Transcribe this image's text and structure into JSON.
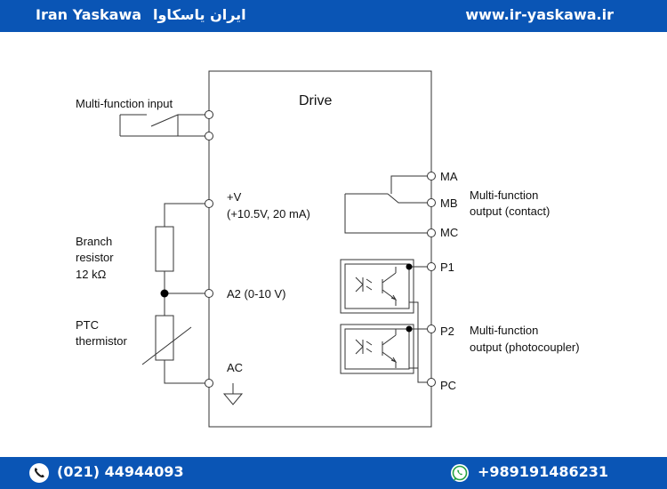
{
  "header": {
    "brand": "Iran Yaskawa",
    "brand_persian": "ایران یاسکاوا",
    "website": "www.ir-yaskawa.ir",
    "background_color": "#0a55b5"
  },
  "footer": {
    "phone": "(021) 44944093",
    "mobile": "+989191486231",
    "phone_icon": "phone-icon",
    "whatsapp_icon": "whatsapp-icon"
  },
  "diagram": {
    "drive_label": "Drive",
    "labels": {
      "multi_function_input": "Multi-function input",
      "plus_v": "+V",
      "plus_v_rating": "(+10.5V, 20 mA)",
      "branch_resistor_line1": "Branch",
      "branch_resistor_line2": "resistor",
      "branch_resistor_line3": "12 kΩ",
      "a2_terminal": "A2 (0-10 V)",
      "ptc_line1": "PTC",
      "ptc_line2": "thermistor",
      "ac_terminal": "AC",
      "ma": "MA",
      "mb": "MB",
      "mc": "MC",
      "contact_output_line1": "Multi-function",
      "contact_output_line2": "output (contact)",
      "p1": "P1",
      "p2": "P2",
      "pc": "PC",
      "photo_output_line1": "Multi-function",
      "photo_output_line2": "output (photocoupler)"
    }
  }
}
